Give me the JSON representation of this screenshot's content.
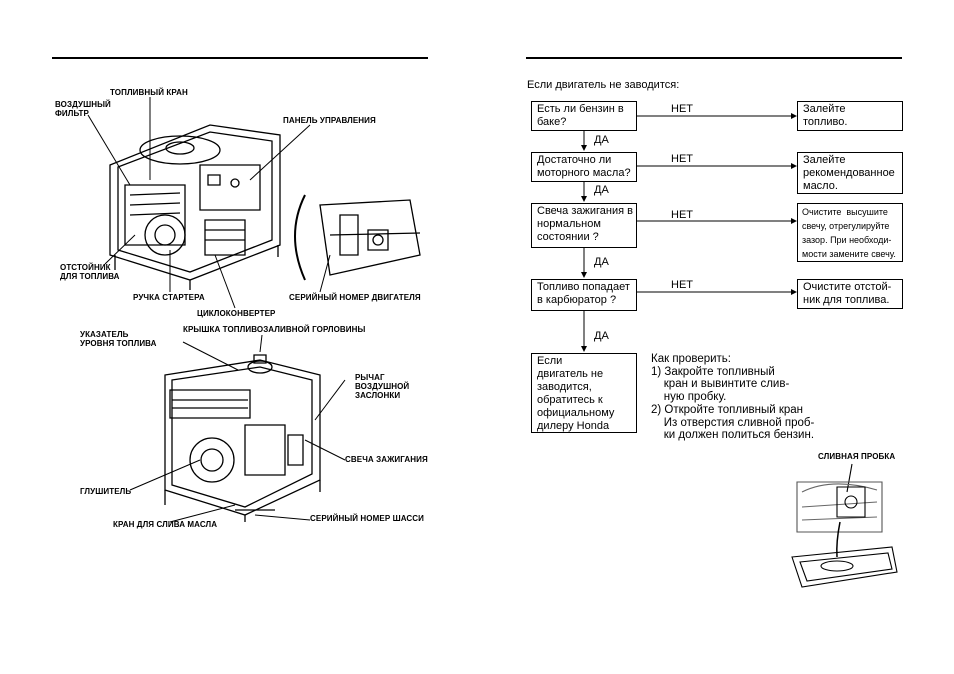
{
  "left_page": {
    "upper_labels": {
      "fuel_valve": "ТОПЛИВНЫЙ КРАН",
      "air_filter": "ВОЗДУШНЫЙ\nФИЛЬТР",
      "control_panel": "ПАНЕЛЬ УПРАВЛЕНИЯ",
      "fuel_sump": "ОТСТОЙНИК\nДЛЯ ТОПЛИВА",
      "starter_grip": "РУЧКА СТАРТЕРА",
      "engine_serial": "СЕРИЙНЫЙ НОМЕР ДВИГАТЕЛЯ",
      "cycloconverter": "ЦИКЛОКОНВЕРТЕР"
    },
    "lower_labels": {
      "fuel_gauge": "УКАЗАТЕЛЬ\nУРОВНЯ ТОПЛИВА",
      "fuel_cap": "КРЫШКА ТОПЛИВОЗАЛИВНОЙ ГОРЛОВИНЫ",
      "choke_lever": "РЫЧАГ\nВОЗДУШНОЙ\nЗАСЛОНКИ",
      "spark_plug": "СВЕЧА ЗАЖИГАНИЯ",
      "muffler": "ГЛУШИТЕЛЬ",
      "oil_drain": "КРАН ДЛЯ СЛИВА МАСЛА",
      "frame_serial": "СЕРИЙНЫЙ НОМЕР ШАССИ"
    }
  },
  "right_page": {
    "title": "Если двигатель не заводится:",
    "yes": "ДА",
    "no": "НЕТ",
    "questions": [
      "Есть ли бензин в\nбаке?",
      "Достаточно ли\nмоторного масла?",
      "Свеча зажигания в\nнормальном\nсостоянии ?",
      "Топливо попадает\nв карбюратор ?",
      "Если\nдвигатель не\nзаводится,\nобратитесь к\nофициальному\nдилеру Honda"
    ],
    "actions": [
      "Залейте\nтопливо.",
      "Залейте\nрекомендованное\nмасло.",
      "Очистите  высушите\nсвечу, отрегулируйте\nзазор. При необходи-\nмости замените свечу.",
      "Очистите отстой-\nник для топлива."
    ],
    "howto": "Как проверить:\n1) Закройте топливный\n    кран и вывинтите слив-\n    ную пробку.\n2) Откройте топливный кран\n    Из отверстия сливной проб-\n    ки должен политься бензин.",
    "drain_plug_label": "СЛИВНАЯ ПРОБКА"
  }
}
